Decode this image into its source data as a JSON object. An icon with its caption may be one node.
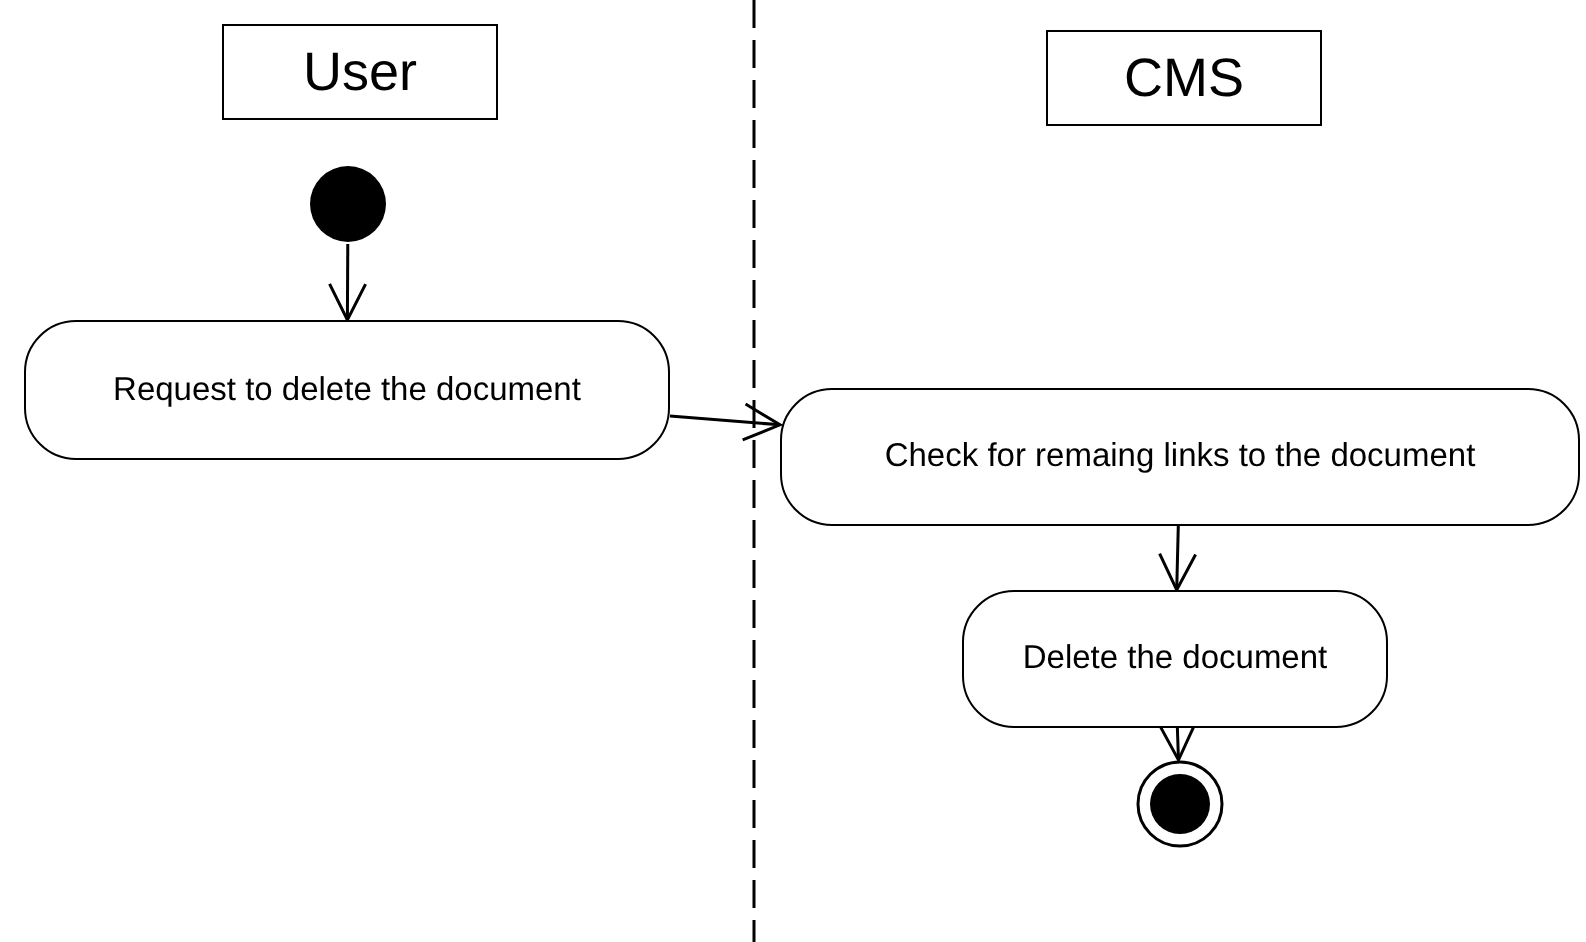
{
  "diagram": {
    "nodes": [
      {
        "text": [
          "User"
        ]
      },
      {
        "text": [
          "CMS"
        ]
      },
      {
        "text": [],
        "shape": "circle"
      },
      {
        "text": [
          "Request to delete the document"
        ]
      },
      {
        "text": [
          "Check for remaing links to the document"
        ]
      },
      {
        "text": [
          "Delete the document"
        ]
      },
      {
        "text": [],
        "shape": "bullseye"
      }
    ],
    "edges": [
      {
        "from": 2,
        "to": 3,
        "arrow": "to"
      },
      {
        "from": 3,
        "to": 4,
        "arrow": "to"
      },
      {
        "from": 4,
        "to": 5,
        "arrow": "to"
      },
      {
        "from": 5,
        "to": 6,
        "arrow": "to"
      }
    ]
  }
}
